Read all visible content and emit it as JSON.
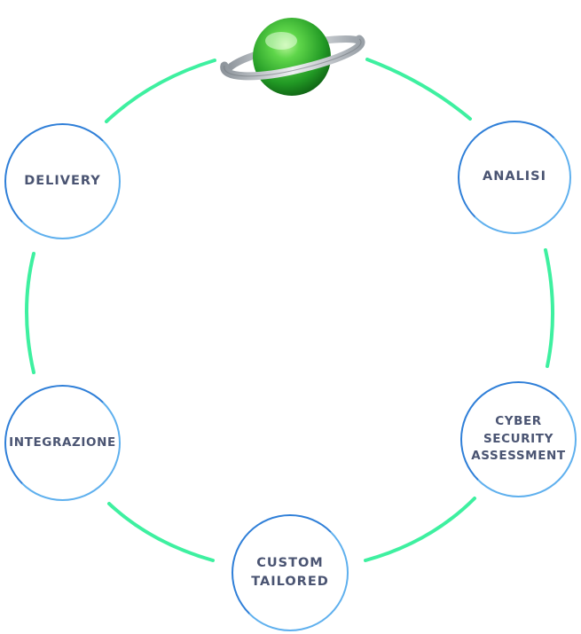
{
  "diagram": {
    "nodes": [
      {
        "id": "analisi",
        "label": "ANALISI"
      },
      {
        "id": "cyber",
        "label": "CYBER\nSECURITY\nASSESSMENT"
      },
      {
        "id": "custom",
        "label": "CUSTOM\nTAILORED"
      },
      {
        "id": "integrazione",
        "label": "INTEGRAZIONE"
      },
      {
        "id": "delivery",
        "label": "DELIVERY"
      }
    ],
    "colors": {
      "ring": "#3ef0a0",
      "node_border": "#3a8de0",
      "text": "#4a5472",
      "logo_green": "#2fa12f",
      "logo_ring": "#b8bec4"
    },
    "logo": {
      "icon": "planet-ring-icon"
    }
  }
}
